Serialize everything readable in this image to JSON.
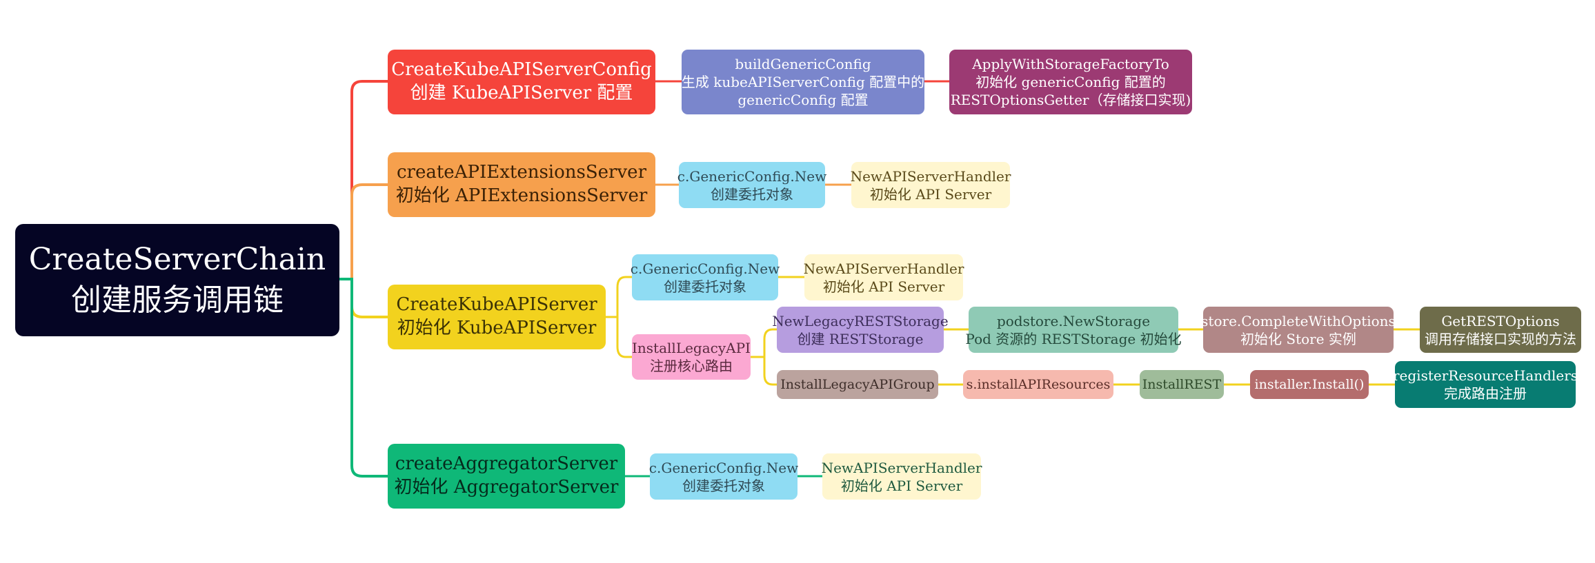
{
  "root": {
    "line1": "CreateServerChain",
    "line2": "创建服务调用链"
  },
  "colors": {
    "red": "#f5443b",
    "orange": "#f6a04d",
    "yellow": "#f2d21e",
    "green": "#0fb878",
    "navy": "#050524"
  },
  "branch_config": {
    "main": {
      "line1": "CreateKubeAPIServerConfig",
      "line2": "创建 KubeAPIServer 配置"
    },
    "generic": {
      "line1": "buildGenericConfig",
      "line2": "生成 kubeAPIServerConfig 配置中的",
      "line3": "genericConfig 配置"
    },
    "storage": {
      "line1": "ApplyWithStorageFactoryTo",
      "line2": "初始化 genericConfig 配置的",
      "line3": "RESTOptionsGetter（存储接口实现)"
    }
  },
  "branch_extensions": {
    "main": {
      "line1": "createAPIExtensionsServer",
      "line2": "初始化 APIExtensionsServer"
    },
    "new": {
      "line1": "c.GenericConfig.New",
      "line2": "创建委托对象"
    },
    "handler": {
      "line1": "NewAPIServerHandler",
      "line2": "初始化 API Server"
    }
  },
  "branch_kube": {
    "main": {
      "line1": "CreateKubeAPIServer",
      "line2": "初始化 KubeAPIServer"
    },
    "new": {
      "line1": "c.GenericConfig.New",
      "line2": "创建委托对象"
    },
    "handler": {
      "line1": "NewAPIServerHandler",
      "line2": "初始化 API Server"
    },
    "legacy": {
      "line1": "InstallLegacyAPI",
      "line2": "注册核心路由"
    },
    "rest_storage": {
      "line1": "NewLegacyRESTStorage",
      "line2": "创建 RESTStorage"
    },
    "pod_storage": {
      "line1": "podstore.NewStorage",
      "line2": "Pod 资源的 RESTStorage 初始化"
    },
    "complete": {
      "line1": "store.CompleteWithOptions",
      "line2": "初始化 Store 实例"
    },
    "rest_options": {
      "line1": "GetRESTOptions",
      "line2": "调用存储接口实现的方法"
    },
    "api_group": "InstallLegacyAPIGroup",
    "api_resources": "s.installAPIResources",
    "install_rest": "InstallREST",
    "installer": "installer.Install()",
    "register": {
      "line1": "registerResourceHandlers",
      "line2": "完成路由注册"
    }
  },
  "branch_aggregator": {
    "main": {
      "line1": "createAggregatorServer",
      "line2": "初始化 AggregatorServer"
    },
    "new": {
      "line1": "c.GenericConfig.New",
      "line2": "创建委托对象"
    },
    "handler": {
      "line1": "NewAPIServerHandler",
      "line2": "初始化 API Server"
    }
  }
}
